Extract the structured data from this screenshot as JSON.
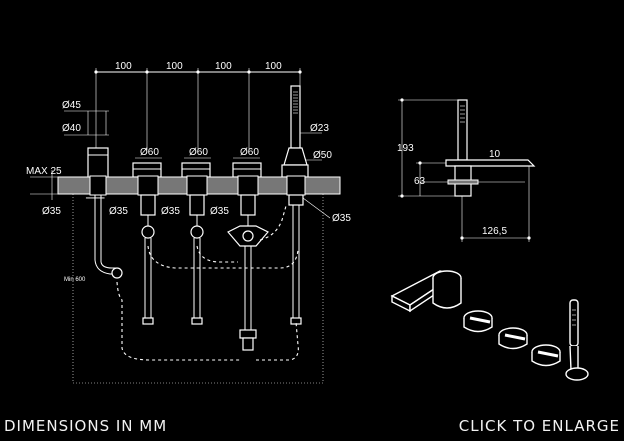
{
  "captions": {
    "left": "DIMENSIONS IN MM",
    "right": "CLICK TO ENLARGE"
  },
  "front_view": {
    "spacing_labels": [
      "100",
      "100",
      "100",
      "100"
    ],
    "spout_dia_top": "Ø45",
    "spout_dia_bottom": "Ø40",
    "handle_dias": [
      "Ø60",
      "Ø60",
      "Ø60"
    ],
    "shower_dia_top": "Ø23",
    "shower_dia_base": "Ø50",
    "max_deck": "MAX 25",
    "hole_dias": [
      "Ø35",
      "Ø35",
      "Ø35",
      "Ø35",
      "Ø35"
    ],
    "hose_min": "Min 600"
  },
  "side_view": {
    "height": "193",
    "spout_height": "63",
    "spout_offset": "10",
    "projection": "126,5"
  }
}
